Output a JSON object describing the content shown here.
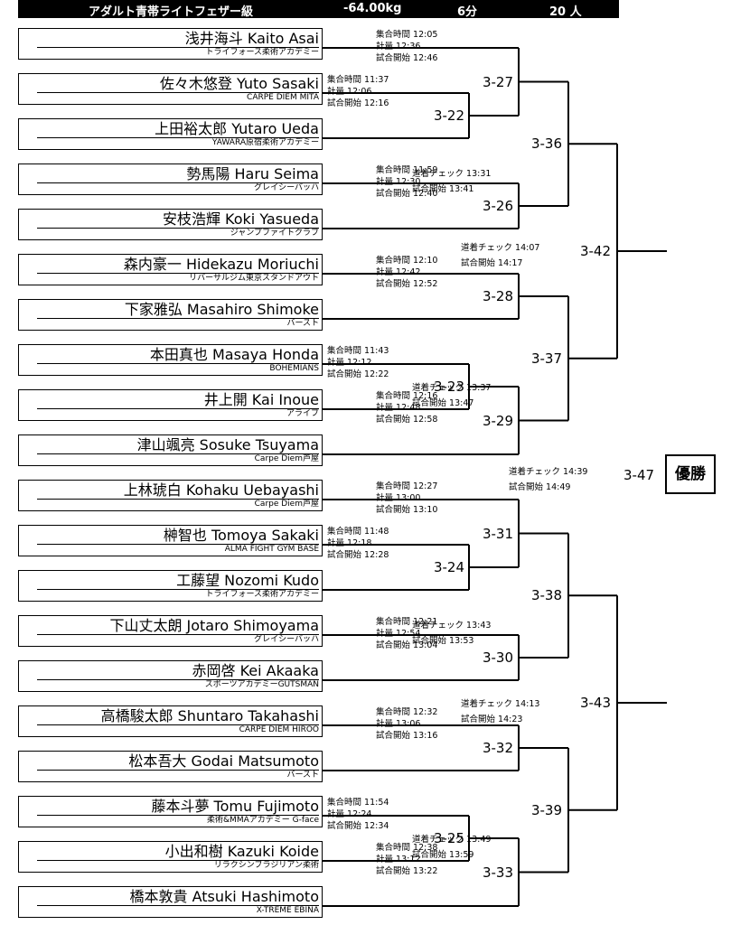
{
  "header": {
    "category": "アダルト青帯ライトフェザー級",
    "weight": "-64.00kg",
    "duration": "6分",
    "count": "20 人"
  },
  "players": [
    {
      "name": "浅井海斗 Kaito Asai",
      "dojo": "トライフォース柔術アカデミー"
    },
    {
      "name": "佐々木悠登 Yuto Sasaki",
      "dojo": "CARPE DIEM MITA"
    },
    {
      "name": "上田裕太郎 Yutaro Ueda",
      "dojo": "YAWARA原宿柔術アカデミー"
    },
    {
      "name": "勢馬陽 Haru Seima",
      "dojo": "グレイシーバッハ"
    },
    {
      "name": "安枝浩輝 Koki Yasueda",
      "dojo": "ジャンプファイトクラブ"
    },
    {
      "name": "森内豪一 Hidekazu Moriuchi",
      "dojo": "リバーサルジム東京スタンドアウト"
    },
    {
      "name": "下家雅弘 Masahiro Shimoke",
      "dojo": "バースト"
    },
    {
      "name": "本田真也 Masaya Honda",
      "dojo": "BOHEMIANS"
    },
    {
      "name": "井上開 Kai Inoue",
      "dojo": "アライブ"
    },
    {
      "name": "津山颯亮 Sosuke Tsuyama",
      "dojo": "Carpe Diem芦屋"
    },
    {
      "name": "上林琥白 Kohaku Uebayashi",
      "dojo": "Carpe Diem芦屋"
    },
    {
      "name": "榊智也 Tomoya Sakaki",
      "dojo": "ALMA FIGHT GYM BASE"
    },
    {
      "name": "工藤望 Nozomi Kudo",
      "dojo": "トライフォース柔術アカデミー"
    },
    {
      "name": "下山丈太朗 Jotaro Shimoyama",
      "dojo": "グレイシーバッハ"
    },
    {
      "name": "赤岡啓 Kei Akaaka",
      "dojo": "スポーツアカデミーGUTSMAN"
    },
    {
      "name": "高橋駿太郎 Shuntaro Takahashi",
      "dojo": "CARPE DIEM HIROO"
    },
    {
      "name": "松本吾大 Godai Matsumoto",
      "dojo": "バースト"
    },
    {
      "name": "藤本斗夢 Tomu Fujimoto",
      "dojo": "柔術&MMAアカデミー G-face"
    },
    {
      "name": "小出和樹 Kazuki Koide",
      "dojo": "リラクシンブラジリアン柔術"
    },
    {
      "name": "橋本敦貴 Atsuki Hashimoto",
      "dojo": "X-TREME EBINA"
    }
  ],
  "labels": {
    "assembly": "集合時間",
    "weighin": "計量",
    "start": "試合開始",
    "gi_check": "道着チェック"
  },
  "matches": [
    {
      "id": "3-22",
      "assembly": "11:37",
      "weighin": "12:06",
      "start": "12:16"
    },
    {
      "id": "3-23",
      "assembly": "11:43",
      "weighin": "12:12",
      "start": "12:22"
    },
    {
      "id": "3-24",
      "assembly": "11:48",
      "weighin": "12:18",
      "start": "12:28"
    },
    {
      "id": "3-25",
      "assembly": "11:54",
      "weighin": "12:24",
      "start": "12:34"
    },
    {
      "id": "3-26",
      "assembly": "11:59",
      "weighin": "12:30",
      "start": "12:40"
    },
    {
      "id": "3-27",
      "assembly": "12:05",
      "weighin": "12:36",
      "start": "12:46"
    },
    {
      "id": "3-28",
      "assembly": "12:10",
      "weighin": "12:42",
      "start": "12:52"
    },
    {
      "id": "3-29",
      "assembly": "12:16",
      "weighin": "12:48",
      "start": "12:58"
    },
    {
      "id": "3-31",
      "assembly": "12:27",
      "weighin": "13:00",
      "start": "13:10"
    },
    {
      "id": "3-30",
      "assembly": "12:21",
      "weighin": "12:54",
      "start": "13:04"
    },
    {
      "id": "3-32",
      "assembly": "12:32",
      "weighin": "13:06",
      "start": "13:16"
    },
    {
      "id": "3-33",
      "assembly": "12:38",
      "weighin": "13:12",
      "start": "13:22"
    },
    {
      "id": "3-36",
      "gi_check": "13:31",
      "start": "13:41"
    },
    {
      "id": "3-37",
      "gi_check": "13:37",
      "start": "13:47"
    },
    {
      "id": "3-38",
      "gi_check": "13:43",
      "start": "13:53"
    },
    {
      "id": "3-39",
      "gi_check": "13:49",
      "start": "13:59"
    },
    {
      "id": "3-42",
      "gi_check": "14:07",
      "start": "14:17"
    },
    {
      "id": "3-43",
      "gi_check": "14:13",
      "start": "14:23"
    },
    {
      "id": "3-47",
      "gi_check": "14:39",
      "start": "14:49"
    }
  ],
  "winner_label": "優勝"
}
